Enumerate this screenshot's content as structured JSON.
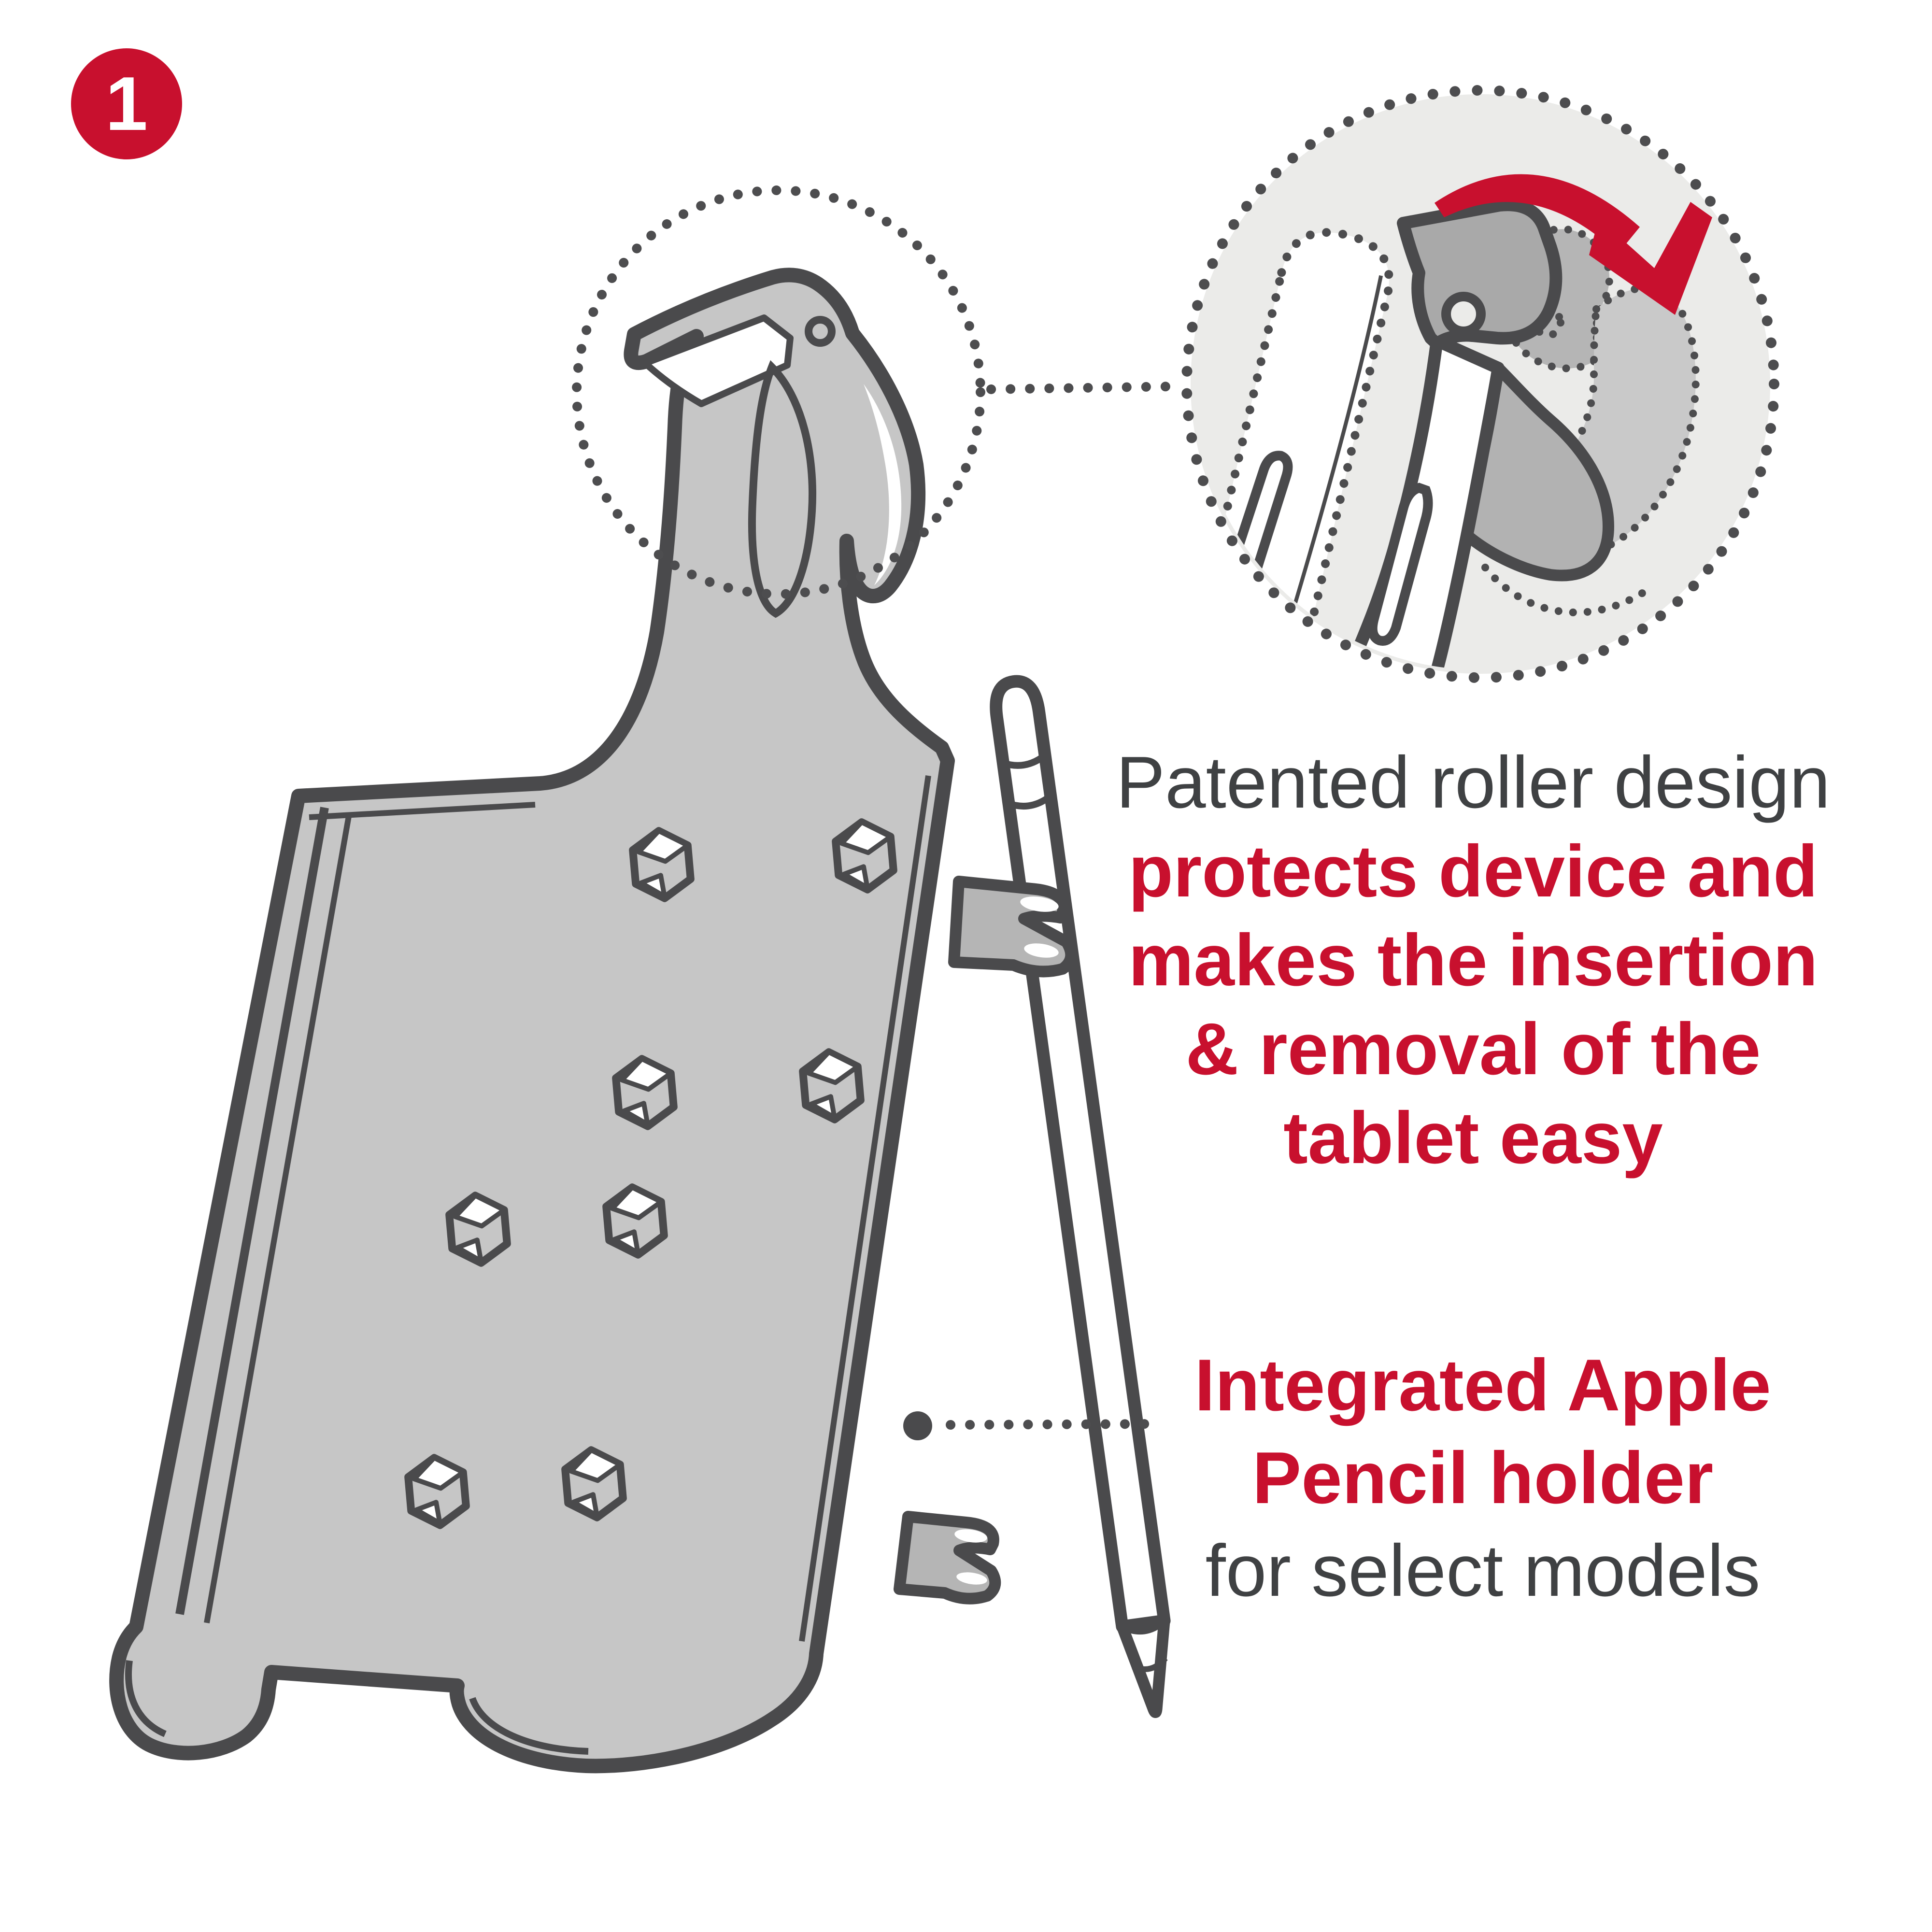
{
  "step_badge": {
    "number": "1"
  },
  "callouts": {
    "roller": {
      "title": "Patented roller design",
      "emphasis_lines": [
        "protects device and",
        "makes the insertion",
        "& removal of the",
        "tablet easy"
      ]
    },
    "pencil": {
      "emphasis_lines": [
        "Integrated Apple",
        "Pencil holder"
      ],
      "note": "for select models"
    }
  },
  "colors": {
    "accent_red": "#c8102e",
    "outline_gray": "#4a4a4c",
    "device_gray": "#c6c6c6",
    "clip_gray": "#b5b5b5",
    "text_gray": "#3f4143",
    "detail_circle_bg": "#ebebe9"
  },
  "icons": {
    "step_badge": "numbered-circle",
    "detail_magnifier": "dotted-zoom-circle",
    "roller_motion": "curved-red-arrow",
    "callout_links": "dotted-leader-line"
  }
}
